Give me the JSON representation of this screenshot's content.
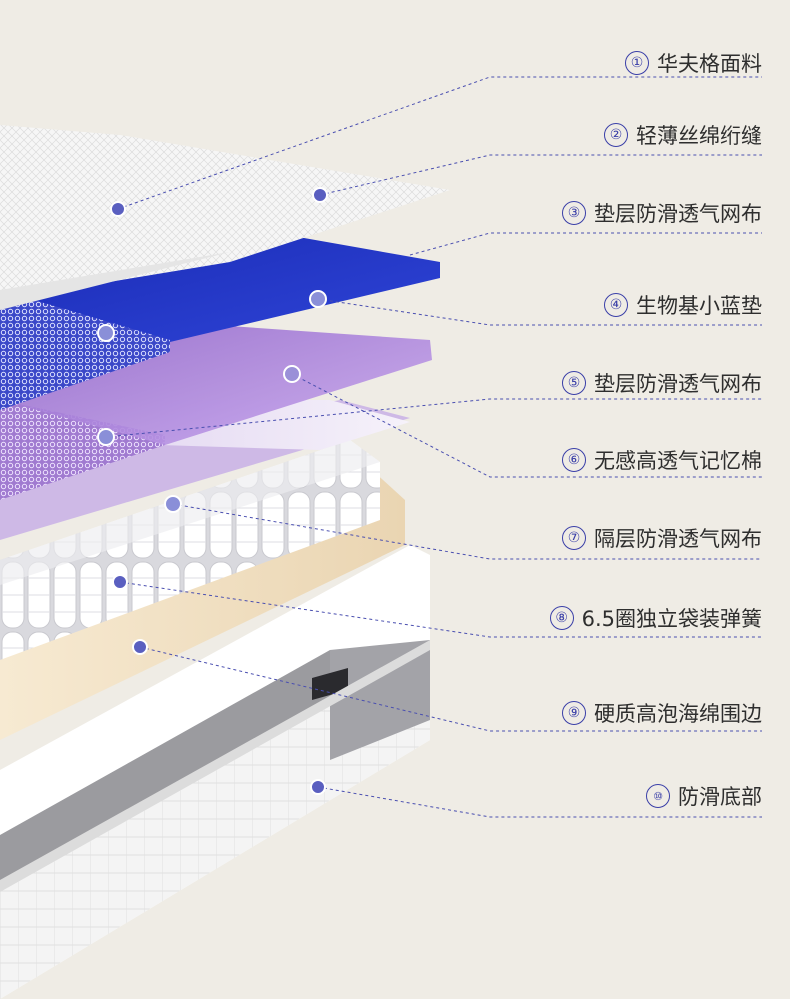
{
  "colors": {
    "background": "#efece5",
    "marker": "#5a5fc0",
    "leader_line": "#4a4fb0",
    "blue_pad": "#2234c0",
    "purple_layer": "#b592dc",
    "foam": "#f0dec0"
  },
  "layers": [
    {
      "num": "①",
      "label": "华夫格面料"
    },
    {
      "num": "②",
      "label": "轻薄丝绵绗缝"
    },
    {
      "num": "③",
      "label": "垫层防滑透气网布"
    },
    {
      "num": "④",
      "label": "生物基小蓝垫"
    },
    {
      "num": "⑤",
      "label": "垫层防滑透气网布"
    },
    {
      "num": "⑥",
      "label": "无感高透气记忆棉"
    },
    {
      "num": "⑦",
      "label": "隔层防滑透气网布"
    },
    {
      "num": "⑧",
      "label": "6.5圈独立袋装弹簧"
    },
    {
      "num": "⑨",
      "label": "硬质高泡海绵围边"
    },
    {
      "num": "⑩",
      "label": "防滑底部"
    }
  ]
}
